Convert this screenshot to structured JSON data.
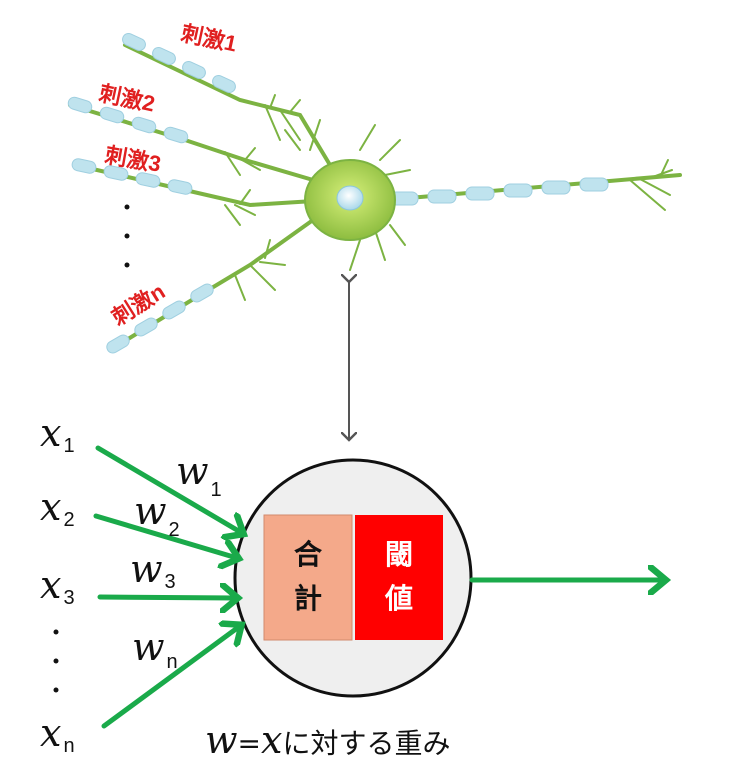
{
  "neuron": {
    "stimuli": [
      "刺激1",
      "刺激2",
      "刺激3",
      "刺激n"
    ],
    "ellipsis": "・・・",
    "colors": {
      "stimulus_text": "#e02020",
      "dendrite": "#7cb342",
      "soma": "#9ccc3a",
      "myelin": "#bfe3ee",
      "nucleus": "#cfeaf5"
    }
  },
  "perceptron": {
    "inputs": [
      {
        "x": "x",
        "x_sub": "1",
        "w": "w",
        "w_sub": "1"
      },
      {
        "x": "x",
        "x_sub": "2",
        "w": "w",
        "w_sub": "2"
      },
      {
        "x": "x",
        "x_sub": "3",
        "w": "w",
        "w_sub": "3"
      },
      {
        "x": "x",
        "x_sub": "n",
        "w": "w",
        "w_sub": "n"
      }
    ],
    "sum_label_line1": "合",
    "sum_label_line2": "計",
    "threshold_label_line1": "閾",
    "threshold_label_line2": "値",
    "colors": {
      "arrow": "#1aaa4a",
      "sum_box": "#f4a98a",
      "threshold_box": "#ff0000",
      "circle": "#efefef"
    }
  },
  "caption": {
    "w": "w",
    "equals": "=",
    "x": "x",
    "rest": "に対する重み"
  }
}
